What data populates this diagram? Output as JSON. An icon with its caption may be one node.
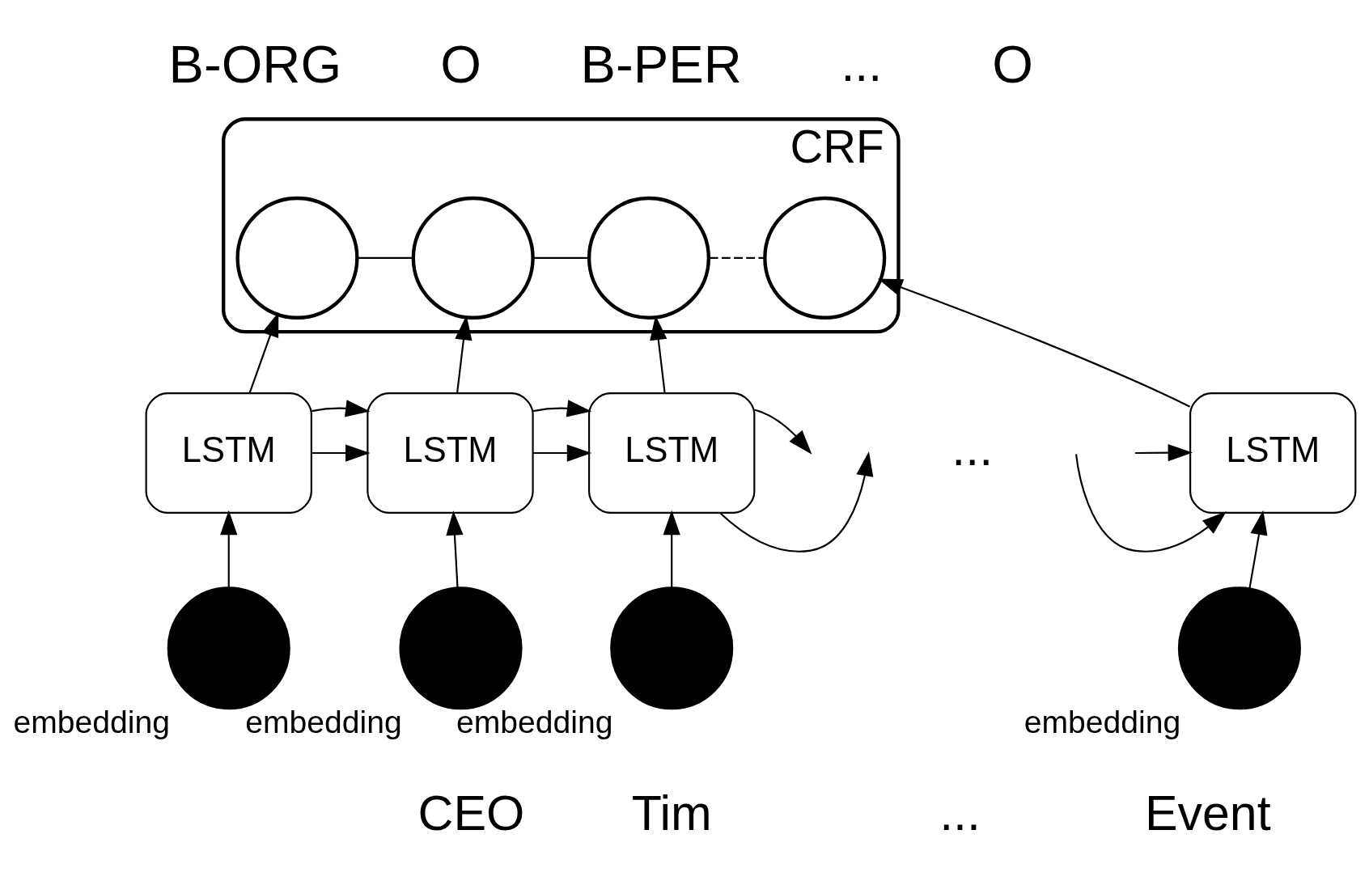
{
  "diagram": {
    "nodes": [
      {
        "text": [
          "CRF"
        ]
      },
      {
        "text": [],
        "shape": "circle",
        "in": 0,
        "beside": [
          "B-ORG"
        ]
      },
      {
        "text": [],
        "shape": "circle",
        "in": 0,
        "beside": [
          "O"
        ]
      },
      {
        "text": [],
        "shape": "circle",
        "in": 0,
        "beside": [
          "B-PER"
        ]
      },
      {
        "text": [],
        "shape": "circle",
        "in": 0,
        "beside": [
          "O"
        ]
      },
      {
        "text": [
          "LSTM"
        ]
      },
      {
        "text": [
          "LSTM"
        ]
      },
      {
        "text": [
          "LSTM"
        ]
      },
      {
        "text": [
          "LSTM"
        ]
      },
      {
        "text": [],
        "shape": "circle",
        "beside": [
          "embedding"
        ]
      },
      {
        "text": [],
        "shape": "circle",
        "beside": [
          "embedding",
          "CEO"
        ]
      },
      {
        "text": [],
        "shape": "circle",
        "beside": [
          "embedding",
          "Tim"
        ]
      },
      {
        "text": [],
        "shape": "circle",
        "beside": [
          "embedding",
          "Event"
        ]
      }
    ],
    "edges": [
      {
        "from": 1,
        "to": 2,
        "arrow": "none"
      },
      {
        "from": 2,
        "to": 3,
        "arrow": "none"
      },
      {
        "from": 3,
        "to": 4,
        "arrow": "none",
        "style": "dashed"
      },
      {
        "from": 5,
        "to": 1,
        "arrow": "to"
      },
      {
        "from": 6,
        "to": 2,
        "arrow": "to"
      },
      {
        "from": 7,
        "to": 3,
        "arrow": "to"
      },
      {
        "from": 8,
        "to": 4,
        "arrow": "to"
      },
      {
        "from": 5,
        "to": 6,
        "arrow": "to"
      },
      {
        "from": 5,
        "to": 6,
        "arrow": "to"
      },
      {
        "from": 6,
        "to": 7,
        "arrow": "to"
      },
      {
        "from": 6,
        "to": 7,
        "arrow": "to"
      },
      {
        "from": 7,
        "to": null,
        "arrow": "to"
      },
      {
        "from": 7,
        "to": null,
        "arrow": "to"
      },
      {
        "from": null,
        "to": 8,
        "arrow": "to"
      },
      {
        "from": null,
        "to": 8,
        "arrow": "to"
      },
      {
        "from": 9,
        "to": 5,
        "arrow": "to"
      },
      {
        "from": 10,
        "to": 6,
        "arrow": "to"
      },
      {
        "from": 11,
        "to": 7,
        "arrow": "to"
      },
      {
        "from": 12,
        "to": 8,
        "arrow": "to"
      }
    ],
    "labels": [
      "...",
      "...",
      "..."
    ]
  }
}
